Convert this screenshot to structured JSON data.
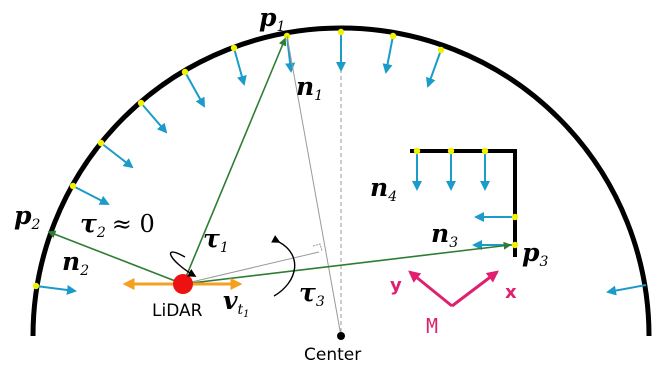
{
  "labels": {
    "p1": "p",
    "p1_sub": "1",
    "n1": "n",
    "n1_sub": "1",
    "p2": "p",
    "p2_sub": "2",
    "tau2": "τ",
    "tau2_sub": "2",
    "tau2_rel": "≈ 0",
    "n2": "n",
    "n2_sub": "2",
    "tau1": "τ",
    "tau1_sub": "1",
    "tau3": "τ",
    "tau3_sub": "3",
    "vt1": "v",
    "vt1_sub": "t",
    "vt1_subsub": "1",
    "lidar": "LiDAR",
    "center": "Center",
    "n4": "n",
    "n4_sub": "4",
    "n3": "n",
    "n3_sub": "3",
    "p3": "p",
    "p3_sub": "3",
    "frame_y": "y",
    "frame_x": "x",
    "frame_origin": "M"
  },
  "colors": {
    "wall": "#000000",
    "sample_point": "#f2f200",
    "normal_arrow": "#1a9bc9",
    "ray": "#2e7d32",
    "lidar": "#ee1111",
    "velocity": "#f5a020",
    "frame": "#e0206e",
    "guide": "#999999"
  }
}
